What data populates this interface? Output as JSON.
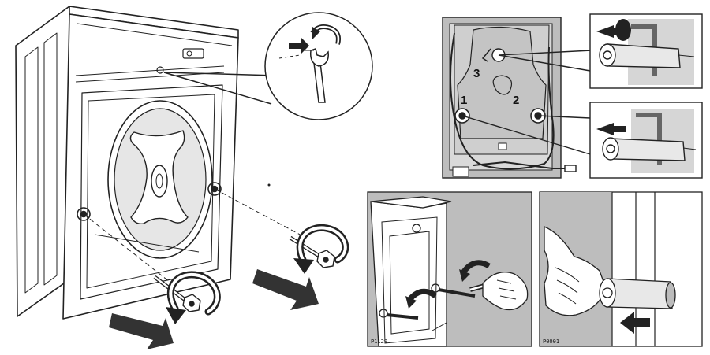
{
  "colors": {
    "ink": "#222222",
    "panel_gray": "#bdbdbd",
    "light_gray": "#d9d9d9",
    "arrow": "#333333",
    "background": "#ffffff"
  },
  "callouts": {
    "num1": "1",
    "num2": "2",
    "num3": "3"
  },
  "figure_codes": {
    "left_panel": "P1129",
    "right_panel": "P0001"
  }
}
